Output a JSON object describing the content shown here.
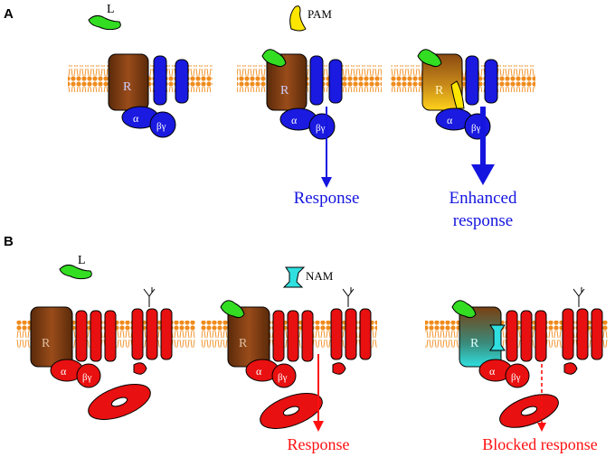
{
  "panels": {
    "a": {
      "letter": "A",
      "ligand_label": "L",
      "modulator_label": "PAM",
      "response_label": "Response",
      "enhanced_line1": "Enhanced",
      "enhanced_line2": "response"
    },
    "b": {
      "letter": "B",
      "ligand_label": "L",
      "modulator_label": "NAM",
      "response_label": "Response",
      "blocked_label": "Blocked response"
    }
  },
  "protein_labels": {
    "receptor": "R",
    "alpha": "α",
    "betagamma": "βγ"
  },
  "colors": {
    "membrane": "#f08c1e",
    "receptor": "#7a3a12",
    "gprotein_a": "#1a1ae0",
    "gprotein_b": "#e81010",
    "ligand": "#33dd22",
    "pam": "#ffe600",
    "nam": "#30e0e0",
    "response_a": "#1515e0",
    "response_b": "#ff1010"
  }
}
